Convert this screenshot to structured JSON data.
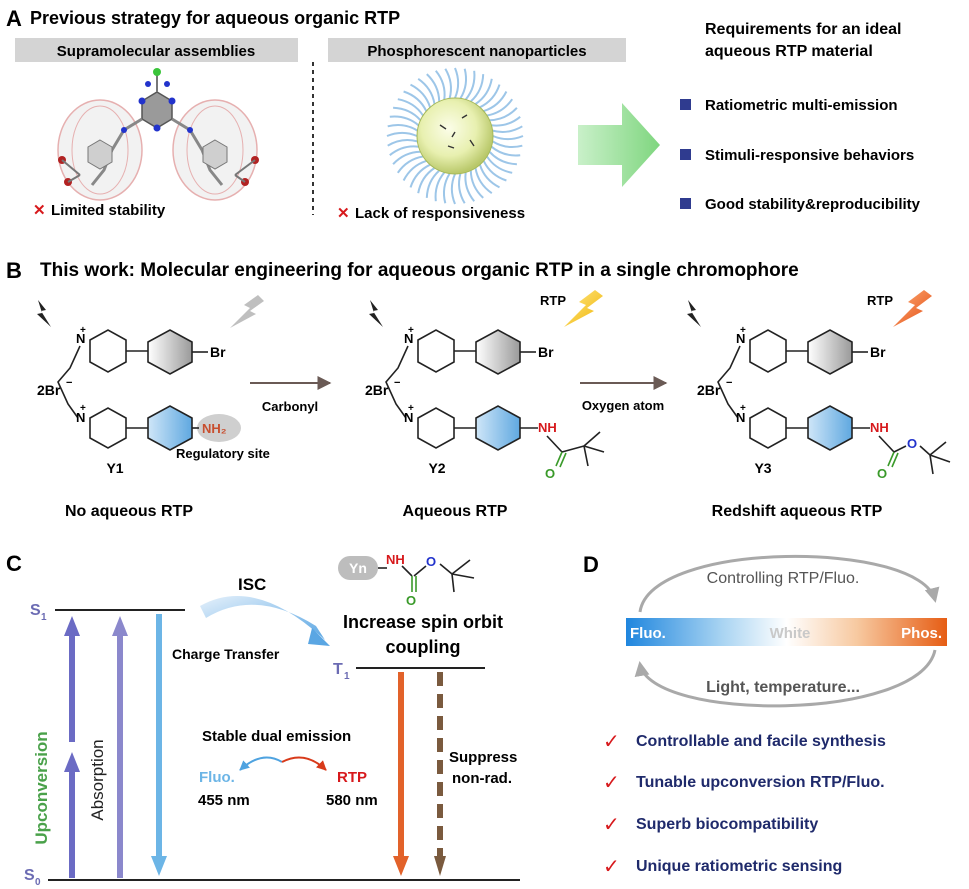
{
  "panelA": {
    "letter": "A",
    "title": "Previous strategy for  aqueous organic  RTP",
    "supra_label": "Supramolecular assemblies",
    "nano_label": "Phosphorescent nanoparticles",
    "supra_drawback": "Limited stability",
    "nano_drawback": "Lack of responsiveness",
    "req_title_1": "Requirements for an ideal",
    "req_title_2": "aqueous  RTP material",
    "requirements": [
      "Ratiometric multi-emission",
      "Stimuli-responsive behaviors",
      "Good stability&reproducibility"
    ],
    "colors": {
      "bullet": "#2f3b8f",
      "cross": "#d7191c",
      "arrow": "#8fdc8f",
      "label_bg": "#d4d4d4"
    }
  },
  "panelB": {
    "letter": "B",
    "title": "This work: Molecular engineering for aqueous organic RTP in a single chromophore",
    "charge_n": "+",
    "atom_n": "N",
    "atom_br": "Br",
    "counterion": "2Br",
    "counterion_sup": "−",
    "nh2": "NH₂",
    "nh": "NH",
    "o": "O",
    "rtp_tag": "RTP",
    "arrow1_label": "Carbonyl",
    "arrow2_label": "Oxygen atom",
    "regulatory_site": "Regulatory site",
    "compounds": [
      {
        "id": "Y1",
        "caption": "No aqueous RTP"
      },
      {
        "id": "Y2",
        "caption": "Aqueous RTP"
      },
      {
        "id": "Y3",
        "caption": "Redshift aqueous RTP"
      }
    ]
  },
  "panelC": {
    "letter": "C",
    "s1": "S",
    "s1_sub": "1",
    "s0": "S",
    "s0_sub": "0",
    "t1": "T",
    "t1_sub": "1",
    "isc": "ISC",
    "yn": "Yn",
    "nh": "NH",
    "o": "O",
    "charge_transfer": "Charge Transfer",
    "soc_1": "Increase spin orbit",
    "soc_2": "coupling",
    "upconversion": "Upconversion",
    "absorption": "Absorption",
    "dual_emission": "Stable dual emission",
    "fluo": "Fluo.",
    "fluo_nm": "455 nm",
    "rtp": "RTP",
    "rtp_nm": "580 nm",
    "suppress_1": "Suppress",
    "suppress_2": "non-rad."
  },
  "panelD": {
    "letter": "D",
    "top_label": "Controlling RTP/Fluo.",
    "bottom_label": "Light, temperature...",
    "bar_left": "Fluo.",
    "bar_mid": "White",
    "bar_right": "Phos.",
    "checklist": [
      "Controllable and facile synthesis",
      "Tunable upconversion  RTP/Fluo.",
      "Superb biocompatibility",
      "Unique ratiometric sensing"
    ],
    "colors": {
      "check": "#d7191c",
      "text": "#1f2a6b",
      "blue": "#2f8fe0",
      "orange": "#e8611a"
    }
  }
}
